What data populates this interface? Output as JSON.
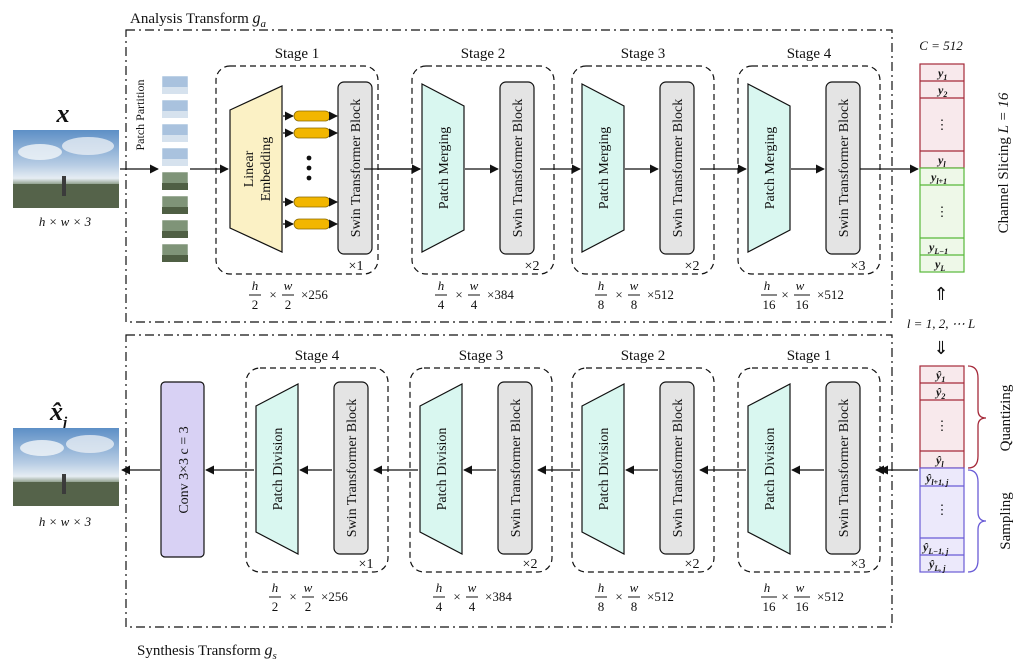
{
  "titles": {
    "analysis": "Analysis Transform",
    "analysis_sym": "g",
    "analysis_sub": "a",
    "synthesis": "Synthesis Transform",
    "synthesis_sym": "g",
    "synthesis_sub": "s"
  },
  "input": {
    "symbol": "x",
    "dims": "h × w × 3",
    "patch_partition": "Patch Partition"
  },
  "output": {
    "symbol": "x̂",
    "subscript": "j",
    "dims": "h × w × 3"
  },
  "encoder": {
    "stages": [
      {
        "title": "Stage 1",
        "module": "Linear Embedding",
        "block": "Swin Transformer Block",
        "repeat": "×1",
        "size_h": "h",
        "size_hd": "2",
        "size_w": "w",
        "size_wd": "2",
        "size_c": "×256"
      },
      {
        "title": "Stage 2",
        "module": "Patch Merging",
        "block": "Swin Transformer Block",
        "repeat": "×2",
        "size_h": "h",
        "size_hd": "4",
        "size_w": "w",
        "size_wd": "4",
        "size_c": "×384"
      },
      {
        "title": "Stage 3",
        "module": "Patch Merging",
        "block": "Swin Transformer Block",
        "repeat": "×2",
        "size_h": "h",
        "size_hd": "8",
        "size_w": "w",
        "size_wd": "8",
        "size_c": "×512"
      },
      {
        "title": "Stage 4",
        "module": "Patch Merging",
        "block": "Swin Transformer Block",
        "repeat": "×3",
        "size_h": "h",
        "size_hd": "16",
        "size_w": "w",
        "size_wd": "16",
        "size_c": "×512"
      }
    ]
  },
  "decoder": {
    "conv_label": "Conv 3×3  c = 3",
    "stages": [
      {
        "title": "Stage 4",
        "module": "Patch Division",
        "block": "Swin Transformer Block",
        "repeat": "×1",
        "size_h": "h",
        "size_hd": "2",
        "size_w": "w",
        "size_wd": "2",
        "size_c": "×256"
      },
      {
        "title": "Stage 3",
        "module": "Patch Division",
        "block": "Swin Transformer Block",
        "repeat": "×2",
        "size_h": "h",
        "size_hd": "4",
        "size_w": "w",
        "size_wd": "4",
        "size_c": "×384"
      },
      {
        "title": "Stage 2",
        "module": "Patch Division",
        "block": "Swin Transformer Block",
        "repeat": "×2",
        "size_h": "h",
        "size_hd": "8",
        "size_w": "w",
        "size_wd": "8",
        "size_c": "×512"
      },
      {
        "title": "Stage 1",
        "module": "Patch Division",
        "block": "Swin Transformer Block",
        "repeat": "×3",
        "size_h": "h",
        "size_hd": "16",
        "size_w": "w",
        "size_wd": "16",
        "size_c": "×512"
      }
    ]
  },
  "latent": {
    "channels": "C = 512",
    "slices": [
      "y₁",
      "y₂",
      "⋮",
      "yₗ",
      "yₗ₊₁",
      "⋮",
      "y_L−1",
      "y_L"
    ],
    "slice_labels": {
      "y1": "y",
      "y1s": "1",
      "y2": "y",
      "y2s": "2",
      "dots": "⋮",
      "yl": "y",
      "yls": "l",
      "yl1": "y",
      "yl1s": "l+1",
      "yL1": "y",
      "yL1s": "L−1",
      "yL": "y",
      "yLs": "L"
    },
    "channel_slicing": "Channel Slicing",
    "slicing_param": "L = 16",
    "arrow_up": "⇑",
    "arrow_down": "⇓",
    "loop": "l = 1, 2, ⋯ L"
  },
  "quantized": {
    "labels": {
      "q1": "ŷ",
      "q1s": "1",
      "q2": "ŷ",
      "q2s": "2",
      "dots": "⋮",
      "ql": "ŷ",
      "qls": "l",
      "s1": "ŷ",
      "s1s": "l+1, j",
      "sdots": "⋮",
      "sL1": "ŷ",
      "sL1s": "L−1, j",
      "sL": "ŷ",
      "sLs": "L, j"
    },
    "quantizing": "Quantizing",
    "sampling": "Sampling"
  },
  "colors": {
    "embedding_fill": "#fbf1c5",
    "merging_fill": "#d9f7f0",
    "block_fill": "#e4e4e4",
    "token_fill": "#f2b600",
    "conv_fill": "#d8d1f4",
    "latent_red": "#a52a3a",
    "latent_green": "#58b83a",
    "latent_green_fill": "#eef8e8",
    "latent_red_fill": "#f8e9ec",
    "sample_border": "#6a5cd6",
    "sample_fill": "#ece9fb"
  }
}
